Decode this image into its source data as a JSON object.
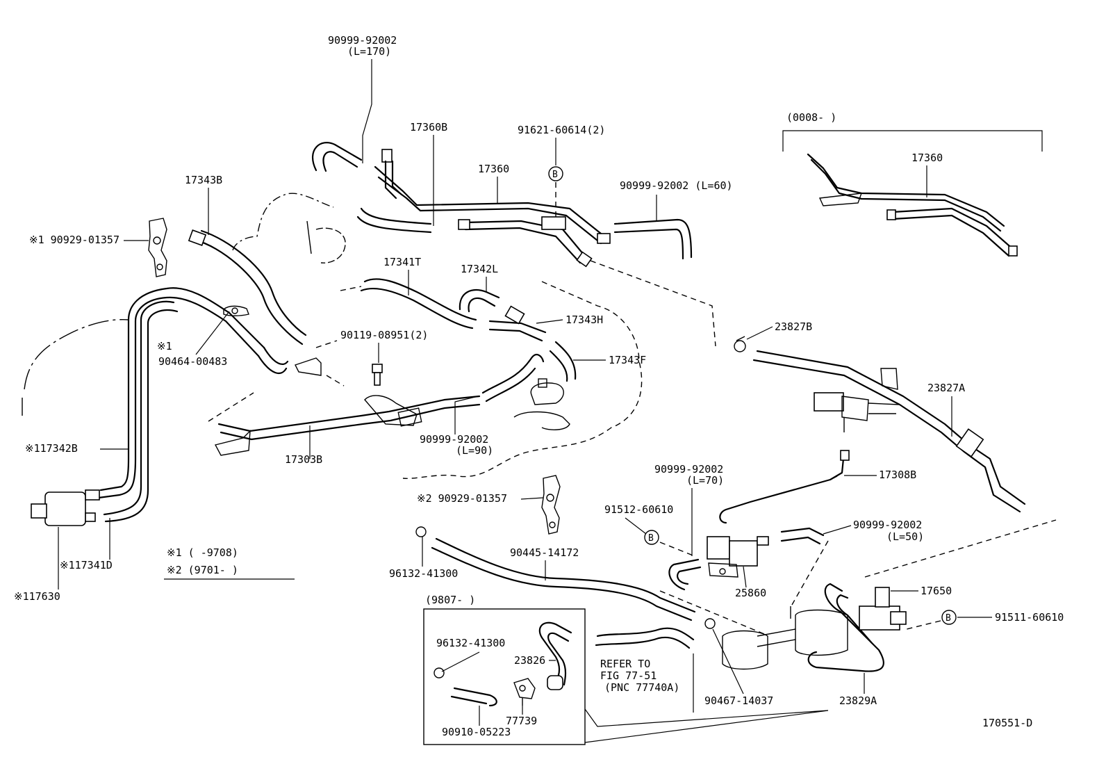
{
  "labels": {
    "p90999_92002_top": "90999-92002",
    "l170": "(L=170)",
    "p17360b": "17360B",
    "p91621": "91621-60614(2)",
    "p17360": "17360",
    "p90999_l60": "90999-92002 (L=60)",
    "p17343b": "17343B",
    "p90929_1": "※1 90929-01357",
    "p17341t": "17341T",
    "p17342l": "17342L",
    "p17343h": "17343H",
    "p90119": "90119-08951(2)",
    "p17343f": "17343F",
    "star1": "※1",
    "p90464": "90464-00483",
    "p17303b": "17303B",
    "p90999_l90": "90999-92002",
    "l90": "(L=90)",
    "p117342b": "※117342B",
    "p117341d": "※117341D",
    "p117630": "※117630",
    "legend1": "※1 (     -9708)",
    "legend2": "※2 (9701-     )",
    "range_0008": "(0008-      )",
    "p17360_alt": "17360",
    "p23827b": "23827B",
    "p23827a": "23827A",
    "p17308b": "17308B",
    "p90999_l70": "90999-92002",
    "l70": "(L=70)",
    "p91512": "91512-60610",
    "p90929_2": "※2 90929-01357",
    "p90999_l50": "90999-92002",
    "l50": "(L=50)",
    "p96132_a": "96132-41300",
    "p90445": "90445-14172",
    "p25860": "25860",
    "p17650": "17650",
    "p91511": "91511-60610",
    "range_9807": "(9807-      )",
    "p96132_b": "96132-41300",
    "p23826": "23826",
    "p77739": "77739",
    "p90910": "90910-05223",
    "refer1": "REFER TO",
    "refer2": "FIG 77-51",
    "refer3": "(PNC 77740A)",
    "p90467": "90467-14037",
    "p23829a": "23829A",
    "figure_id": "170551-D",
    "ref_b": "B"
  }
}
